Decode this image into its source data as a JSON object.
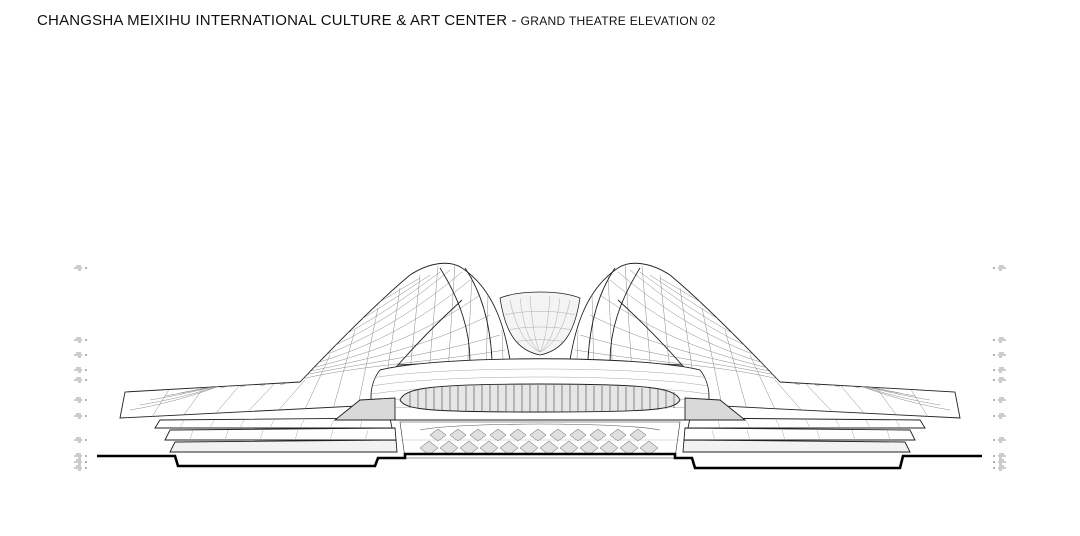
{
  "title": {
    "main": "CHANGSHA MEIXIHU INTERNATIONAL CULTURE & ART CENTER",
    "separator": " - ",
    "sub": "GRAND THEATRE ELEVATION 02"
  },
  "colors": {
    "line": "#222222",
    "light_line": "#9a9a9a",
    "fill_gray": "#d9d9d9",
    "ground": "#000000"
  },
  "elevation_levels": 11
}
